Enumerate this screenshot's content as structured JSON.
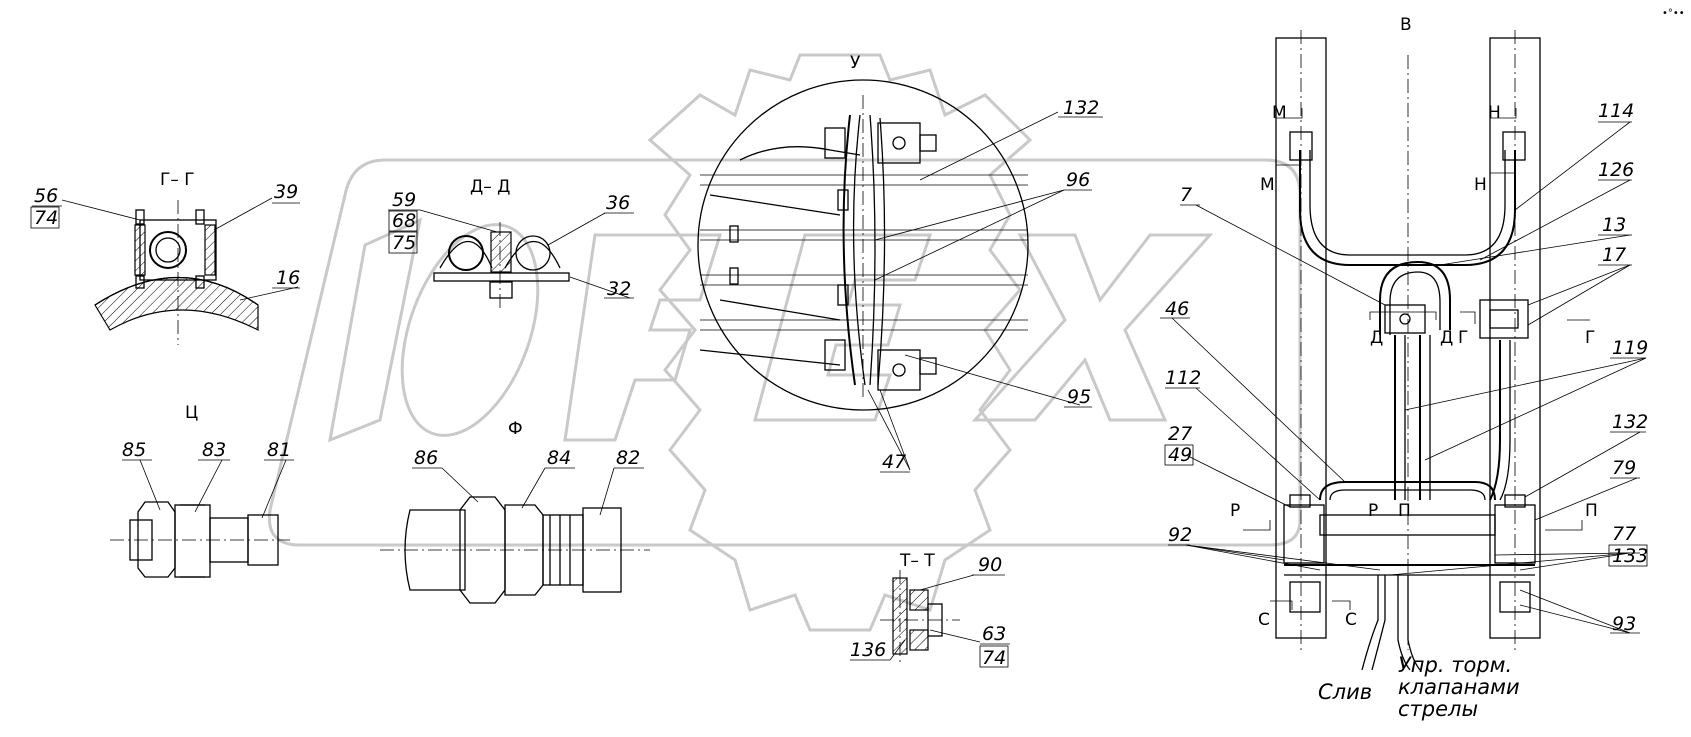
{
  "section_labels": {
    "gg": "Г– Г",
    "dd": "Д– Д",
    "u": "У",
    "v": "В",
    "tt": "Т– Т",
    "ts": "Ц",
    "f": "Ф",
    "m_top": "М",
    "m_side": "М",
    "n_top": "Н",
    "n_side": "Н",
    "d1": "Д",
    "d2": "Д",
    "g1": "Г",
    "g2": "Г",
    "r1": "Р",
    "r2": "Р",
    "p1": "П",
    "p2": "П",
    "s1": "С",
    "s2": "С"
  },
  "part_numbers": {
    "n56": "56",
    "n74a": "74",
    "n39": "39",
    "n16": "16",
    "n59": "59",
    "n68": "68",
    "n75": "75",
    "n36": "36",
    "n32": "32",
    "n132a": "132",
    "n96": "96",
    "n95": "95",
    "n47": "47",
    "n85": "85",
    "n83": "83",
    "n81": "81",
    "n86": "86",
    "n84": "84",
    "n82": "82",
    "n90": "90",
    "n136": "136",
    "n63": "63",
    "n74b": "74",
    "n114": "114",
    "n126": "126",
    "n7": "7",
    "n13": "13",
    "n17": "17",
    "n46": "46",
    "n119": "119",
    "n112": "112",
    "n27": "27",
    "n49": "49",
    "n132b": "132",
    "n79": "79",
    "n92": "92",
    "n77": "77",
    "n133": "133",
    "n93": "93"
  },
  "notes": {
    "drain": "Слив",
    "control_1": "Упр. торм.",
    "control_2": "клапанами",
    "control_3": "стрелы"
  },
  "corner_mark": "•°••"
}
